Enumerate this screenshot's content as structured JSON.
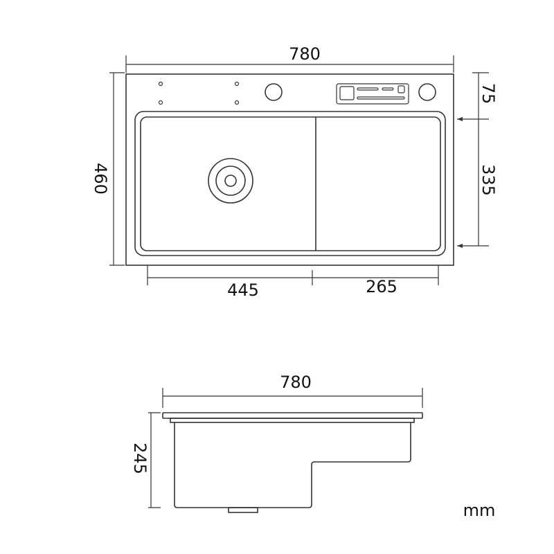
{
  "top_view": {
    "width_label": "780",
    "depth_label": "460",
    "deck_depth_label": "75",
    "bowl_depth_label": "335",
    "left_bowl_label": "445",
    "right_bowl_label": "265"
  },
  "side_view": {
    "width_label": "780",
    "height_label": "245"
  },
  "unit_label": "mm",
  "colors": {
    "line": "#333333",
    "text": "#111111"
  }
}
